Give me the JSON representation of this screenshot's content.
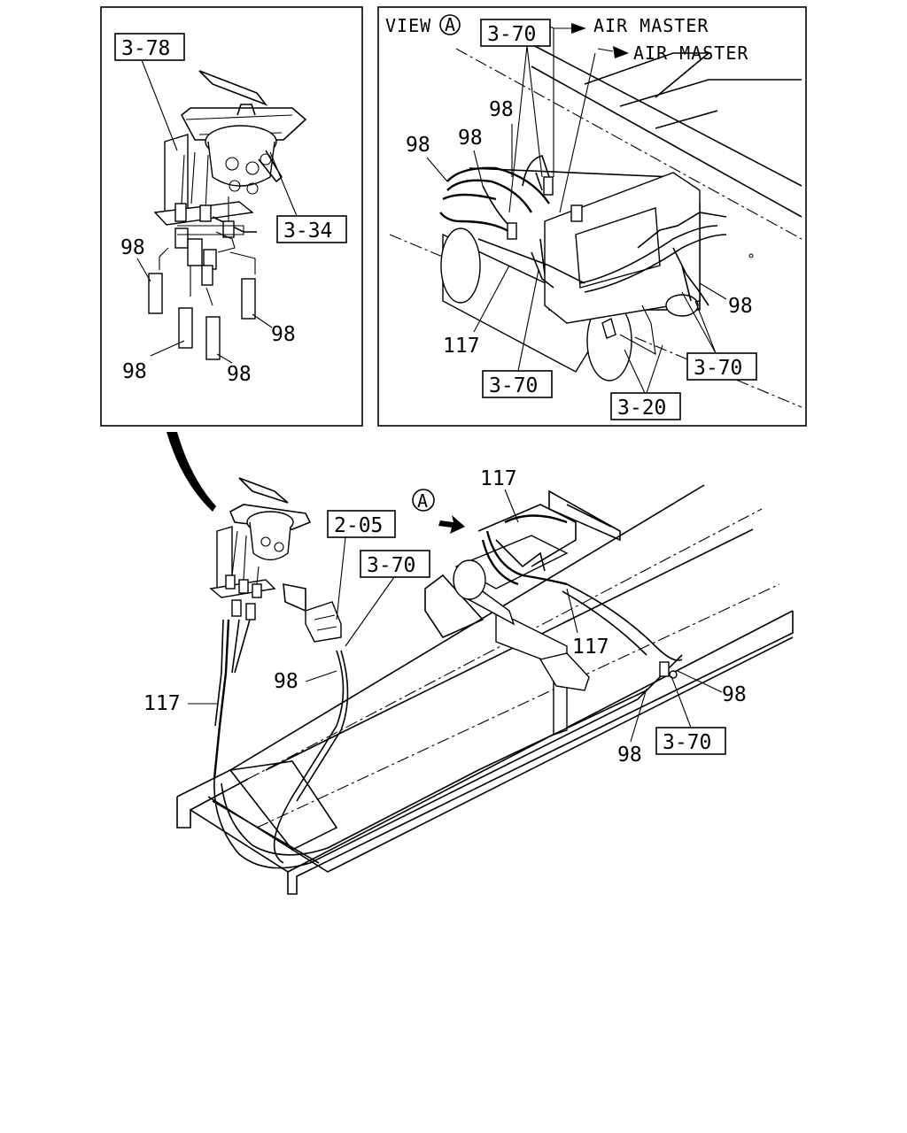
{
  "panels": {
    "left_inset": {
      "callouts": {
        "c378": "3-78",
        "c334": "3-34"
      },
      "hose_labels": {
        "h1": "98",
        "h2": "98",
        "h3": "98",
        "h4": "98"
      }
    },
    "view_a": {
      "view_word": "VIEW",
      "view_letter": "A",
      "destination": "AIR MASTER",
      "callouts": {
        "c370_top": "3-70",
        "c370_mid": "3-70",
        "c370_right": "3-70",
        "c320": "3-20"
      },
      "hose_labels": {
        "h98a": "98",
        "h98b": "98",
        "h98c": "98",
        "h98d": "98"
      },
      "harness_label": "117"
    },
    "main": {
      "view_marker": "A",
      "callouts": {
        "c205": "2-05",
        "c370_a": "3-70",
        "c370_b": "3-70"
      },
      "labels": {
        "l117_top": "117",
        "l117_mid": "117",
        "l117_left": "117",
        "l98_left": "98",
        "l98_right": "98",
        "l98_bottom": "98"
      }
    }
  }
}
